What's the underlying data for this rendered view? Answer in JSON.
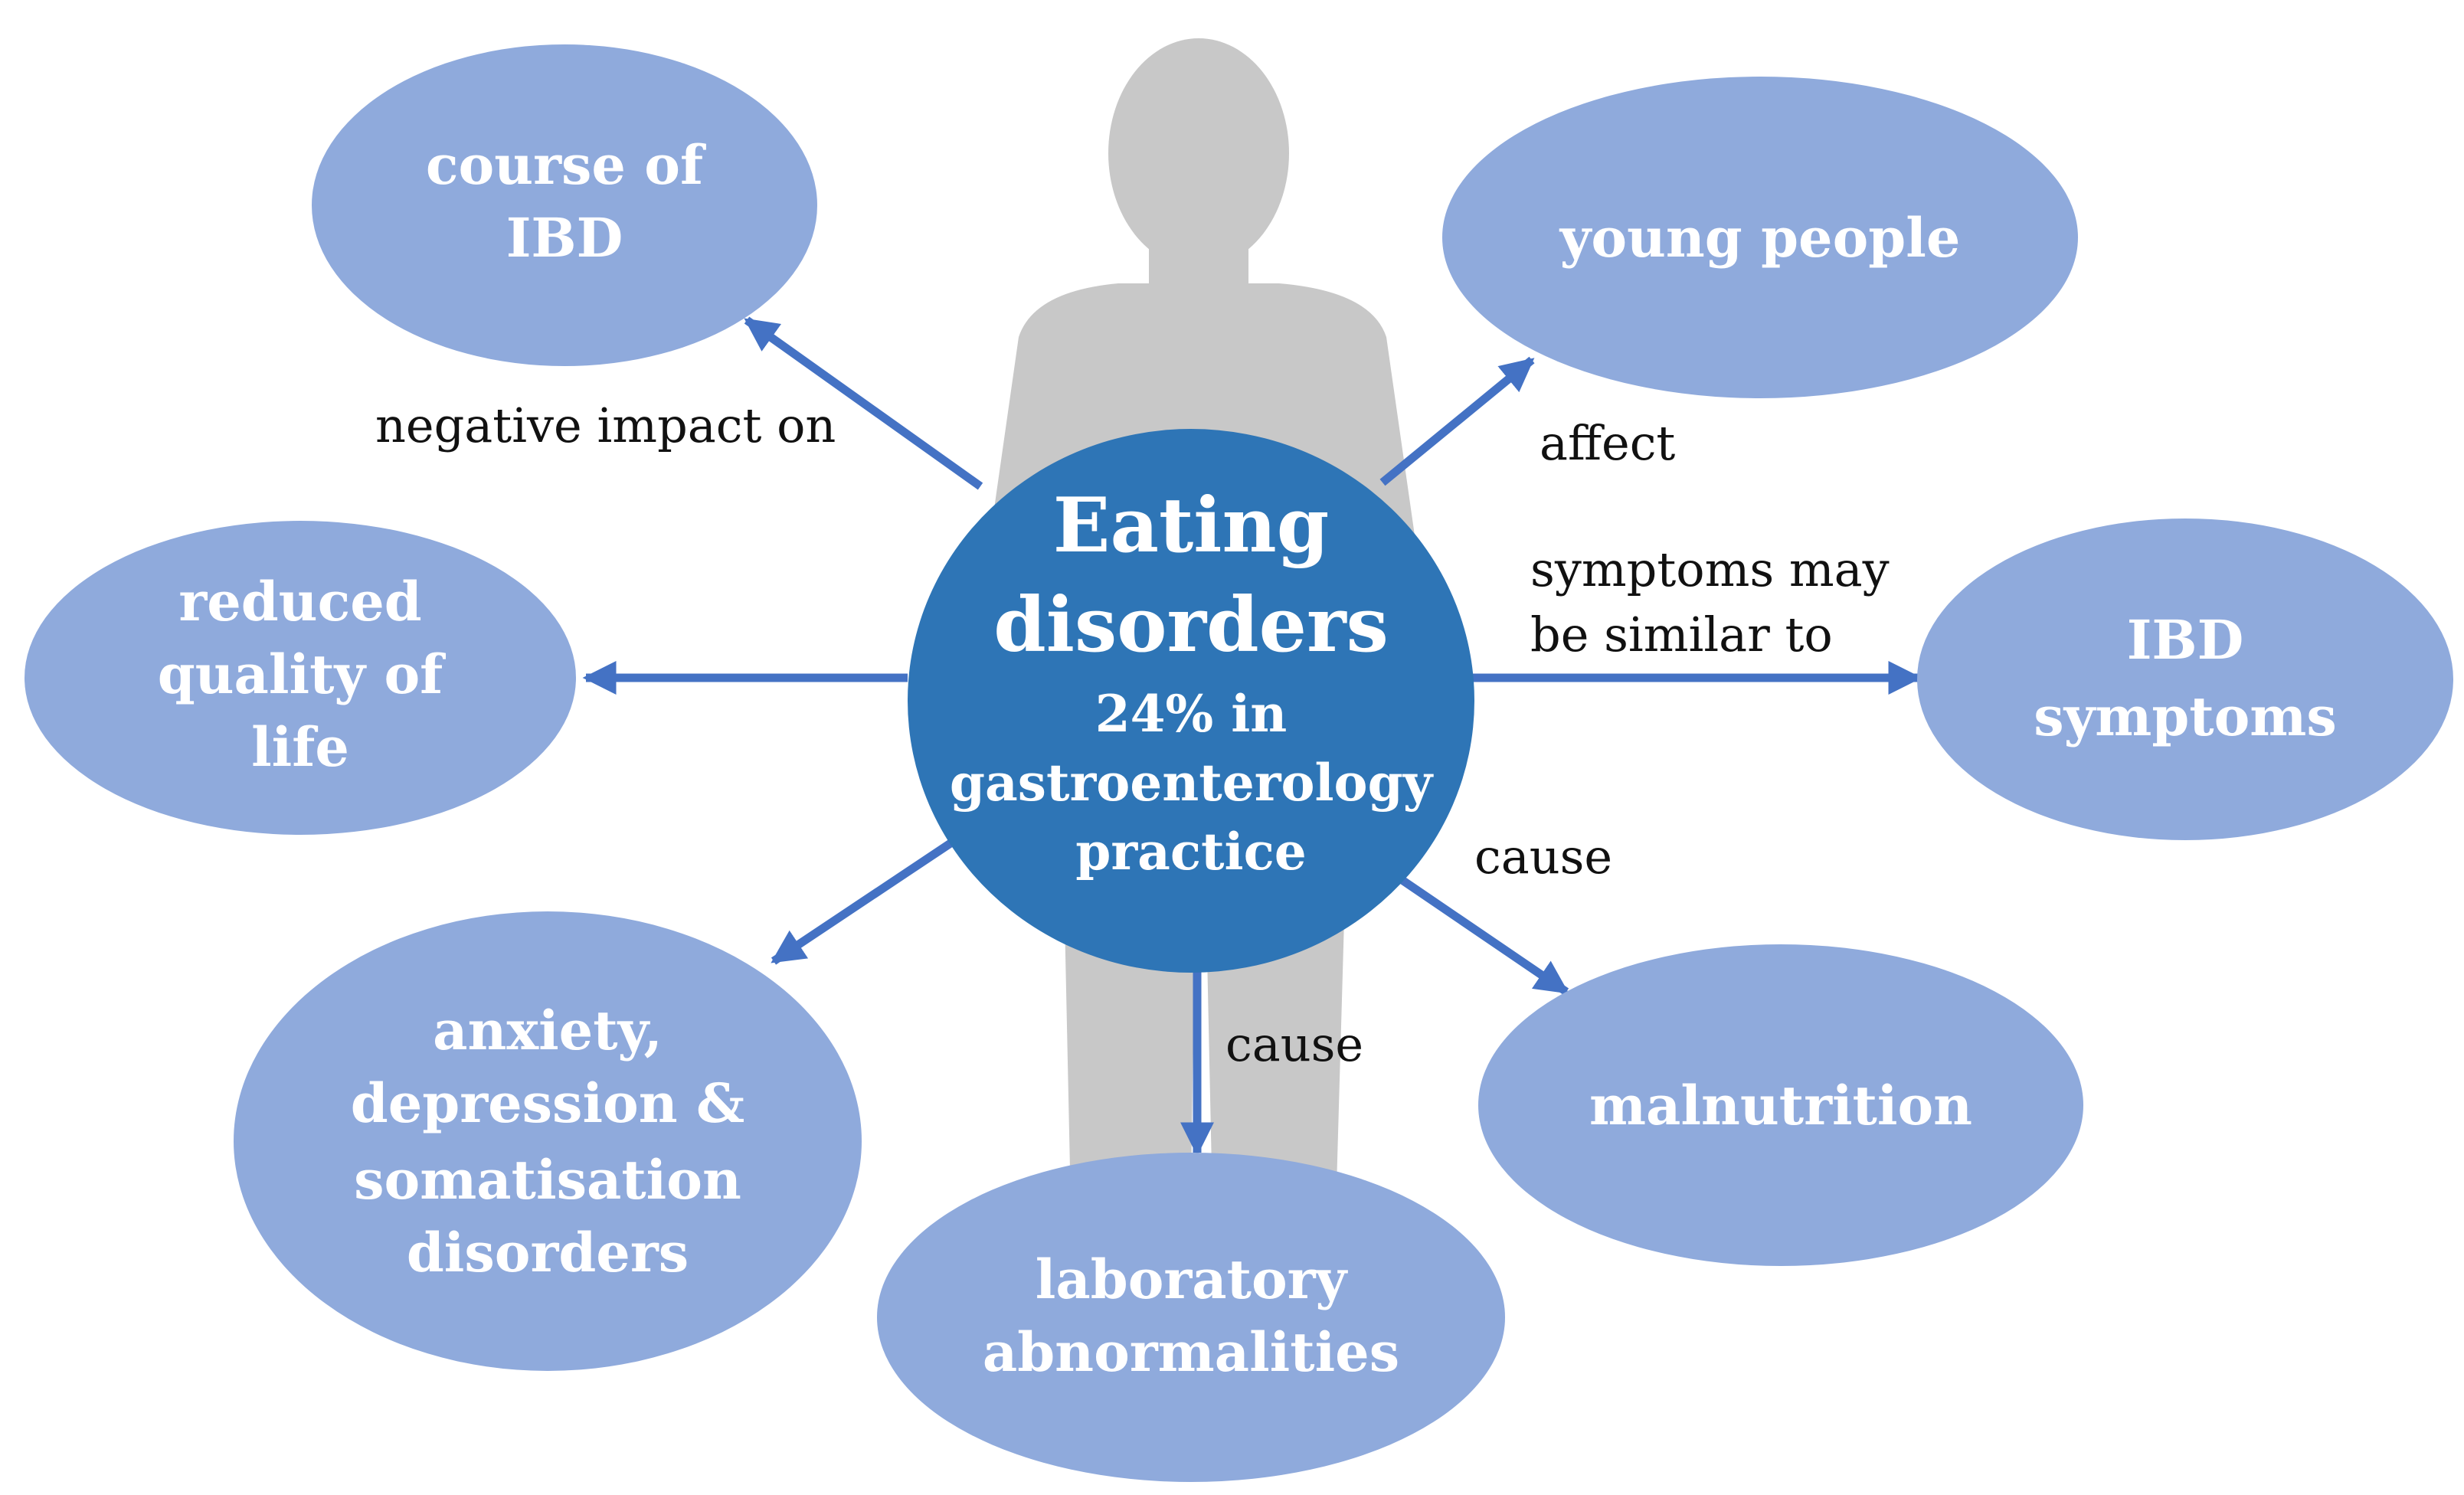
{
  "colors": {
    "bubble": "#8faadc",
    "center": "#2e75b6",
    "arrow": "#4472c4",
    "silhouette": "#c8c8c8",
    "label": "#111111"
  },
  "center": {
    "title_lines": [
      "Eating",
      "disorders"
    ],
    "stat_lines": [
      "24% in",
      "gastroenterology",
      "practice"
    ]
  },
  "nodes": {
    "course_ibd": [
      "course of",
      "IBD"
    ],
    "young_people": [
      "young people"
    ],
    "quality_life": [
      "reduced",
      "quality of",
      "life"
    ],
    "ibd_symptoms": [
      "IBD",
      "symptoms"
    ],
    "anxiety": [
      "anxiety,",
      "depression &",
      "somatisation",
      "disorders"
    ],
    "malnutrition": [
      "malnutrition"
    ],
    "lab": [
      "laboratory",
      "abnormalities"
    ]
  },
  "edges": {
    "course_ibd": "negative impact on",
    "young_people": "affect",
    "ibd_symptoms": [
      "symptoms may",
      "be  similar to"
    ],
    "malnutrition": "cause",
    "lab": "cause"
  }
}
